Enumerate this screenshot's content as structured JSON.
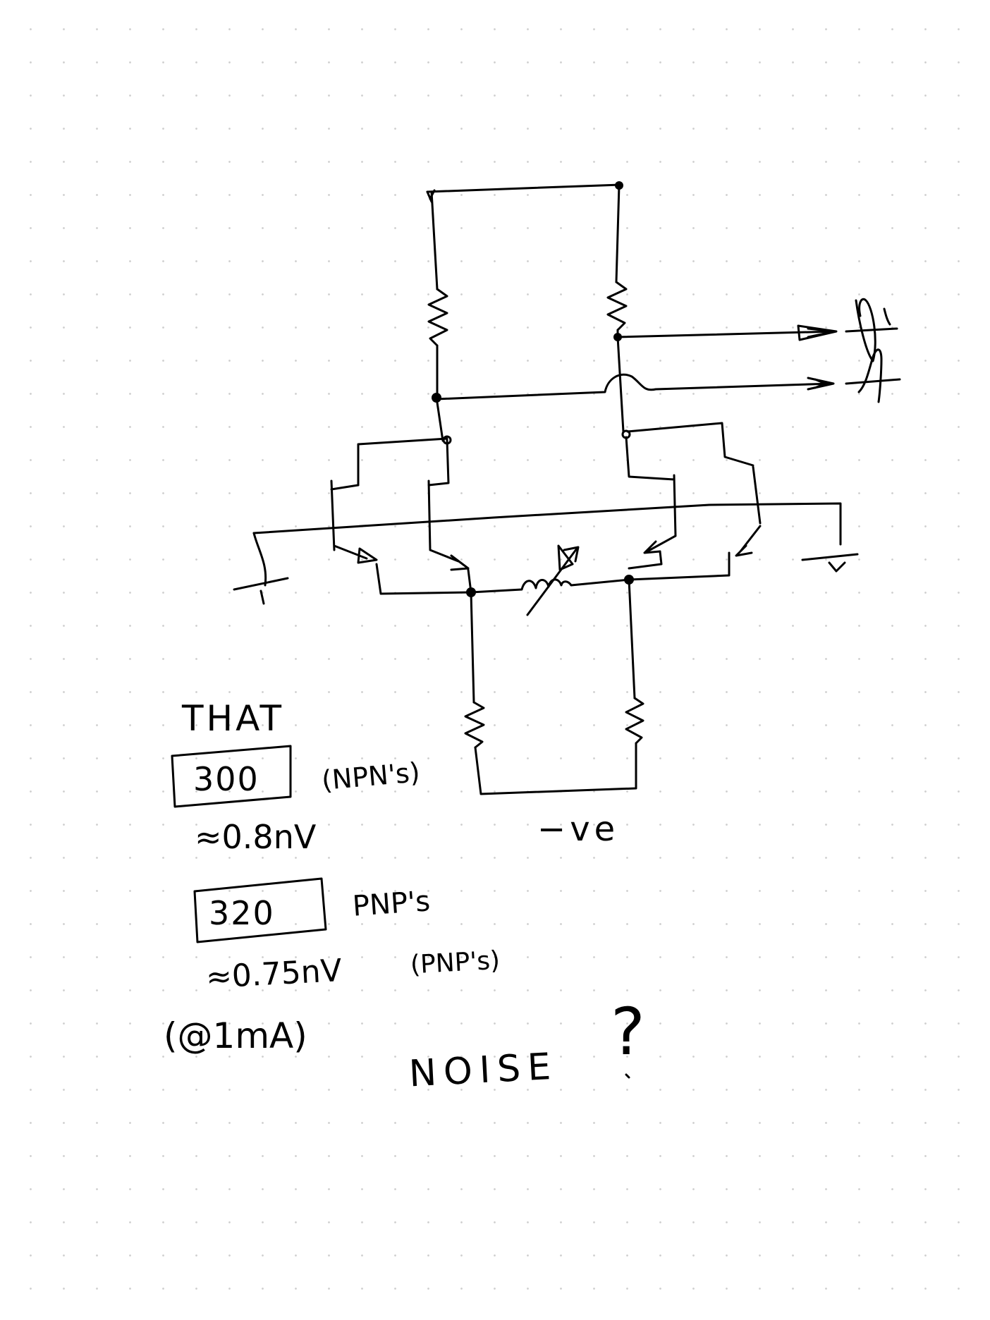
{
  "labels": {
    "manufacturer": "THAT",
    "npn_part": "300",
    "npn_note": "(NPN's)",
    "npn_noise": "≈0.8nV",
    "pnp_part": "320",
    "pnp_note": "PNP's",
    "pnp_noise": "≈0.75nV",
    "pnp_noise_note": "(PNP's)",
    "bias_current": "(@1mA)",
    "question": "NOISE",
    "question_mark": "?",
    "supply_label": "−ve"
  }
}
